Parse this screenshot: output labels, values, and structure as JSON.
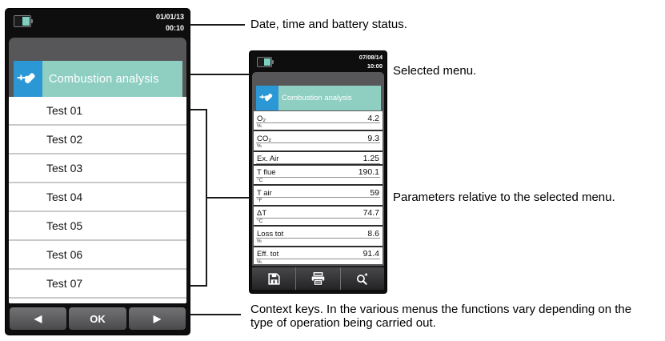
{
  "colors": {
    "accent_teal": "#8ecfc2",
    "icon_blue": "#2b97d5",
    "panel_gray": "#57575a",
    "battery_fill": "#7fcfc0"
  },
  "annotations": {
    "battery": "Date, time and battery status.",
    "selected_menu": "Selected menu.",
    "parameters": "Parameters relative to the selected menu.",
    "context_keys": "Context keys. In the various menus the functions vary depending on the type of operation being carried out."
  },
  "left_device": {
    "header": {
      "date": "01/01/13",
      "time": "00:10"
    },
    "menu_banner": {
      "label": "Combustion analysis"
    },
    "tests": [
      "Test 01",
      "Test 02",
      "Test 03",
      "Test 04",
      "Test 05",
      "Test 06",
      "Test 07"
    ],
    "context_keys": {
      "left": "◀",
      "ok": "OK",
      "right": "▶"
    }
  },
  "right_device": {
    "header": {
      "date": "07/08/14",
      "time": "10:00"
    },
    "menu_banner": {
      "label": "Combustion analysis"
    },
    "parameters": [
      {
        "label": "O₂",
        "unit": "%",
        "value": "4.2"
      },
      {
        "label": "CO₂",
        "unit": "%",
        "value": "9.3"
      },
      {
        "label": "Ex. Air",
        "unit": "",
        "value": "1.25"
      },
      {
        "label": "T flue",
        "unit": "°C",
        "value": "190.1"
      },
      {
        "label": "T air",
        "unit": "°F",
        "value": "59"
      },
      {
        "label": "ΔT",
        "unit": "°C",
        "value": "74.7"
      },
      {
        "label": "Loss tot",
        "unit": "%",
        "value": "8.6"
      },
      {
        "label": "Eff. tot",
        "unit": "%",
        "value": "91.4"
      }
    ]
  }
}
